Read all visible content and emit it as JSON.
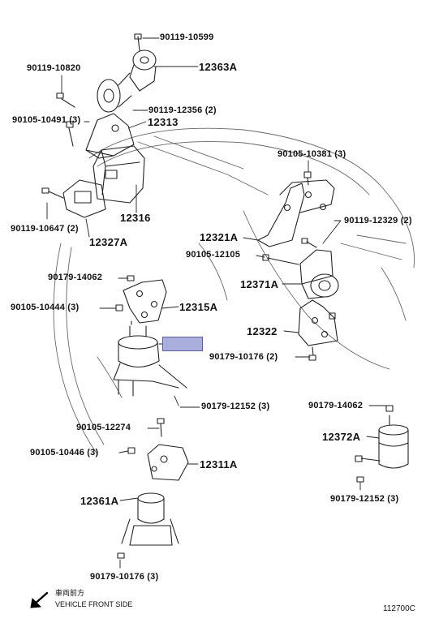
{
  "labels": {
    "p90119_10599": "90119-10599",
    "p90119_10820": "90119-10820",
    "p12363A": "12363A",
    "p90119_12356": "90119-12356 (2)",
    "p90105_10491": "90105-10491 (3)",
    "p12313": "12313",
    "p90105_10381": "90105-10381 (3)",
    "p12316": "12316",
    "p90119_10647": "90119-10647 (2)",
    "p12327A": "12327A",
    "p12321A": "12321A",
    "p90119_12329": "90119-12329 (2)",
    "p90105_12105": "90105-12105",
    "p90179_14062_a": "90179-14062",
    "p12371A": "12371A",
    "p90105_10444": "90105-10444 (3)",
    "p12315A": "12315A",
    "p12322": "12322",
    "p90179_10176_a": "90179-10176 (2)",
    "p90179_12152_a": "90179-12152 (3)",
    "p90179_14062_b": "90179-14062",
    "p90105_12274": "90105-12274",
    "p12372A": "12372A",
    "p90105_10446": "90105-10446 (3)",
    "p12311A": "12311A",
    "p90179_12152_b": "90179-12152 (3)",
    "p12361A": "12361A",
    "p90179_10176_b": "90179-10176 (3)"
  },
  "legend": {
    "japanese": "車両前方",
    "english": "VEHICLE FRONT SIDE"
  },
  "figure_code": "112700C",
  "colors": {
    "highlight": "#a9aedd",
    "ink": "#111111"
  }
}
